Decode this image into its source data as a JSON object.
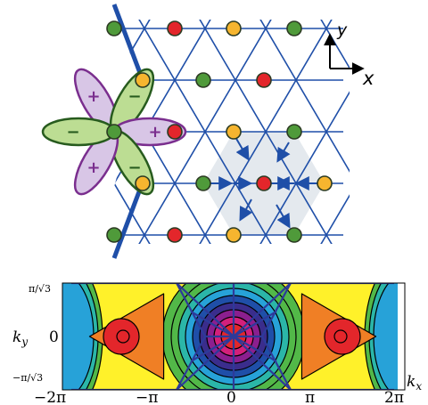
{
  "lattice": {
    "axes": {
      "x_label": "x",
      "y_label": "y"
    },
    "colors": {
      "bond": "#1f4fa8",
      "edge": "#1f4fa8",
      "site_green": "#4f9a3a",
      "site_red": "#e3262b",
      "site_yellow": "#f6b52f",
      "site_outline": "#2b3a22",
      "hexagon_fill": "#e4e9ee",
      "arrow": "#1f4fa8"
    },
    "orbital": {
      "lobe_signs": [
        "+",
        "−",
        "+",
        "−",
        "+",
        "−"
      ],
      "lobe_colors": {
        "plus": "#d8c6e6",
        "minus": "#bcdd93",
        "outline_plus": "#7a2e8e",
        "outline_minus": "#275b1e"
      }
    }
  },
  "contour_plot": {
    "xlabel": "k_x",
    "ylabel": "k_y",
    "x_tick_labels": [
      "−2π",
      "−π",
      "0",
      "π",
      "2π"
    ],
    "y_tick_labels": [
      "π/√3",
      "0",
      "−π/√3"
    ],
    "y_zero_label": "0",
    "palette": [
      "#e3262b",
      "#f07f25",
      "#fff12a",
      "#52b848",
      "#2bb6a8",
      "#27a2d8",
      "#1f4fa8",
      "#3a2d8c",
      "#8b1f8f",
      "#d3207b"
    ]
  }
}
